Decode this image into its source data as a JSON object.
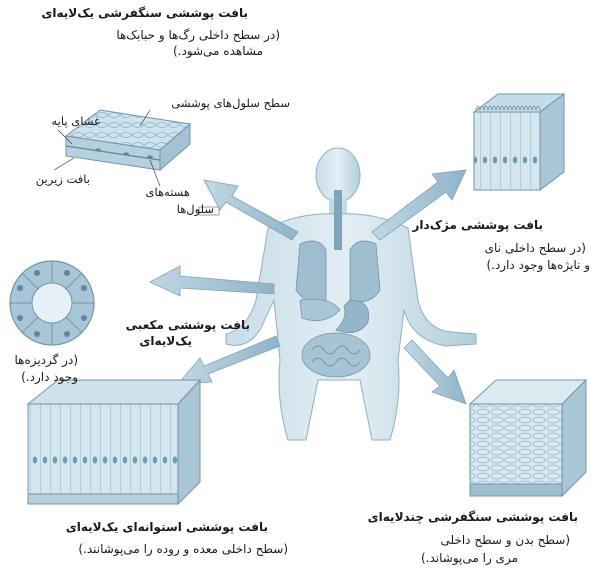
{
  "top": {
    "title": "بافت پوششی سنگفرشی یک‌لایه‌ای",
    "desc_line1": "(در سطح داخلی رگ‌ها و حبابک‌ها",
    "desc_line2": "مشاهده می‌شود.)"
  },
  "squamous_parts": {
    "surface": "سطح سلول‌های پوششی",
    "basement": "غشای پایه",
    "underlying": "بافت زیرین",
    "nuclei_line1": "هسته‌های",
    "nuclei_line2": "سلول‌ها"
  },
  "ciliated": {
    "title": "بافت پوششی مژک‌دار",
    "desc_line1": "(در سطح داخلی نای",
    "desc_line2": "و نایژه‌ها وجود دارد.)"
  },
  "cuboidal": {
    "title_line1": "بافت پوششی مکعبی",
    "title_line2": "یک‌لایه‌ای",
    "desc_line1": "(در گردیزه‌ها",
    "desc_line2": "وجود دارد.)"
  },
  "columnar": {
    "title": "بافت پوششی استوانه‌ای یک‌لایه‌ای",
    "desc": "(سطح داخلی معده و روده را می‌پوشانند.)"
  },
  "stratified": {
    "title": "بافت پوششی سنگفرشی چندلایه‌ای",
    "desc_line1": "(سطح بدن و سطح داخلی",
    "desc_line2": "مری را می‌پوشاند.)"
  },
  "colors": {
    "tissue_fill": "#cfe3ee",
    "tissue_dark": "#7aa8c0",
    "body": "#b9d3e0",
    "arrow": "#9fc0d2"
  }
}
